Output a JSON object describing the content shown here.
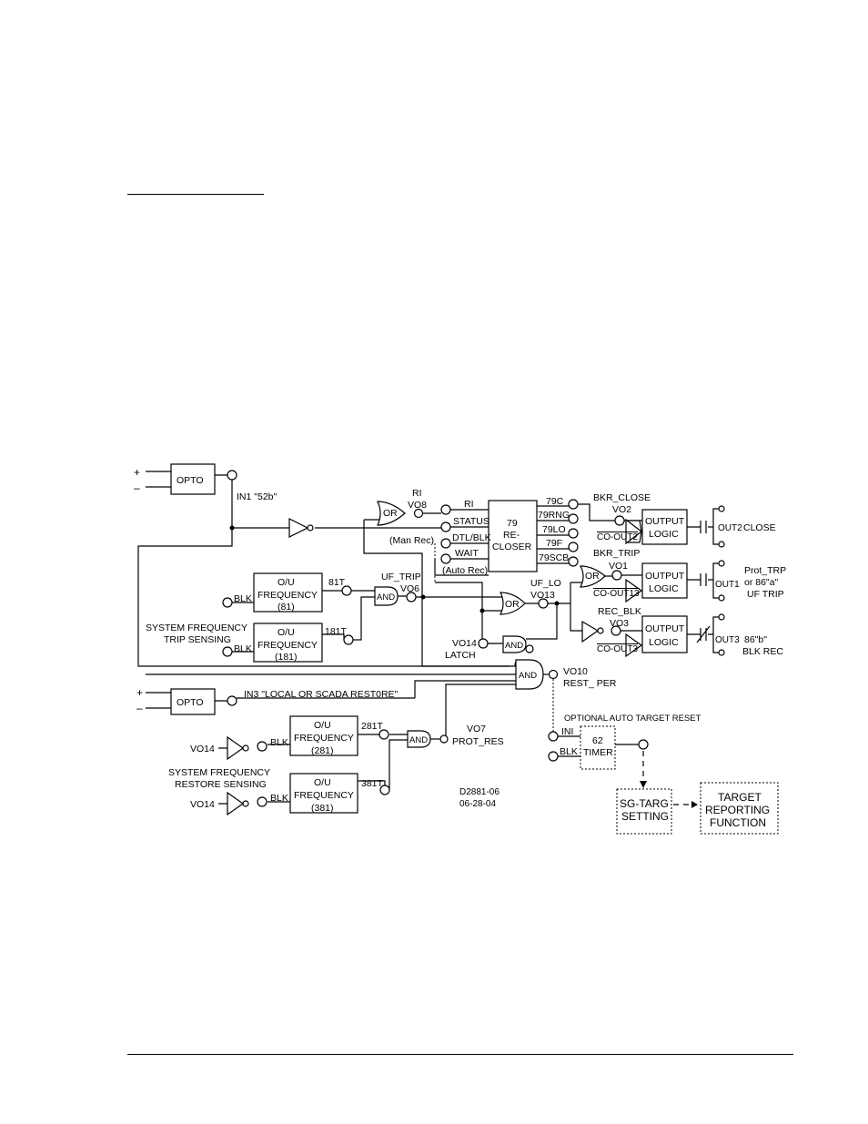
{
  "diagram": {
    "opto1": {
      "label": "OPTO",
      "plus": "+",
      "minus": "–",
      "input": "IN1 \"52b\""
    },
    "opto2": {
      "label": "OPTO",
      "plus": "+",
      "minus": "–",
      "input": "IN3 \"LOCAL OR SCADA REST0RE\""
    },
    "or_ri": {
      "gate": "OR",
      "label1": "RI",
      "label2": "VO8"
    },
    "recloser": {
      "line1": "79",
      "line2": "RE-",
      "line3": "CLOSER",
      "inputs": [
        "RI",
        "STATUS",
        "DTL/BLK",
        "WAIT"
      ],
      "outputs": [
        "79C",
        "79RNG",
        "79LO",
        "79F",
        "79SCB"
      ],
      "man_rec": "(Man Rec)",
      "auto_rec": "(Auto Rec)"
    },
    "freq81": {
      "line1": "O/U",
      "line2": "FREQUENCY",
      "line3": "(81)",
      "blk": "BLK",
      "out": "81T"
    },
    "freq181": {
      "line1": "O/U",
      "line2": "FREQUENCY",
      "line3": "(181)",
      "blk": "BLK",
      "out": "181T"
    },
    "trip_sensing": {
      "line1": "SYSTEM FREQUENCY",
      "line2": "TRIP SENSING"
    },
    "and_uftrip": {
      "gate": "AND",
      "label1": "UF_TRIP",
      "label2": "VO6"
    },
    "or_uflo": {
      "gate": "OR",
      "label1": "UF_LO",
      "label2": "VO13"
    },
    "and_latch": {
      "gate": "AND",
      "label1": "VO14",
      "label2": "LATCH"
    },
    "and_rest": {
      "gate": "AND",
      "label1": "VO10",
      "label2": "REST_ PER"
    },
    "close": {
      "label1": "BKR_CLOSE",
      "label2": "VO2",
      "co": "CO-OUT2",
      "box1": "OUTPUT",
      "box2": "LOGIC",
      "out": "OUT2",
      "desc": "CLOSE"
    },
    "trip": {
      "gate": "OR",
      "label1": "BKR_TRIP",
      "label2": "VO1",
      "co": "CO-OUT13",
      "box1": "OUTPUT",
      "box2": "LOGIC",
      "out": "OUT1",
      "desc1": "Prot_TRP",
      "desc2": "or 86\"a\"",
      "desc3": "UF TRIP"
    },
    "recblk": {
      "label1": "REC_BLK",
      "label2": "VO3",
      "co": "CO-OUT3",
      "box1": "OUTPUT",
      "box2": "LOGIC",
      "out": "OUT3",
      "desc1": "86\"b\"",
      "desc2": "BLK REC"
    },
    "freq281": {
      "line1": "O/U",
      "line2": "FREQUENCY",
      "line3": "(281)",
      "blk": "BLK",
      "out": "281T",
      "inv": "VO14"
    },
    "freq381": {
      "line1": "O/U",
      "line2": "FREQUENCY",
      "line3": "(381)",
      "blk": "BLK",
      "out": "381T",
      "inv": "VO14"
    },
    "restore_sensing": {
      "line1": "SYSTEM FREQUENCY",
      "line2": "RESTORE SENSING"
    },
    "and_prot": {
      "gate": "AND",
      "label1": "VO7",
      "label2": "PROT_RES"
    },
    "timer": {
      "title": "OPTIONAL AUTO TARGET RESET",
      "line1": "62",
      "line2": "TIMER",
      "ini": "INI",
      "blk": "BLK"
    },
    "sgtarg": {
      "line1": "SG-TARG",
      "line2": "SETTING"
    },
    "target": {
      "line1": "TARGET",
      "line2": "REPORTING",
      "line3": "FUNCTION"
    },
    "drawing_id": "D2881-06",
    "drawing_date": "06-28-04"
  }
}
